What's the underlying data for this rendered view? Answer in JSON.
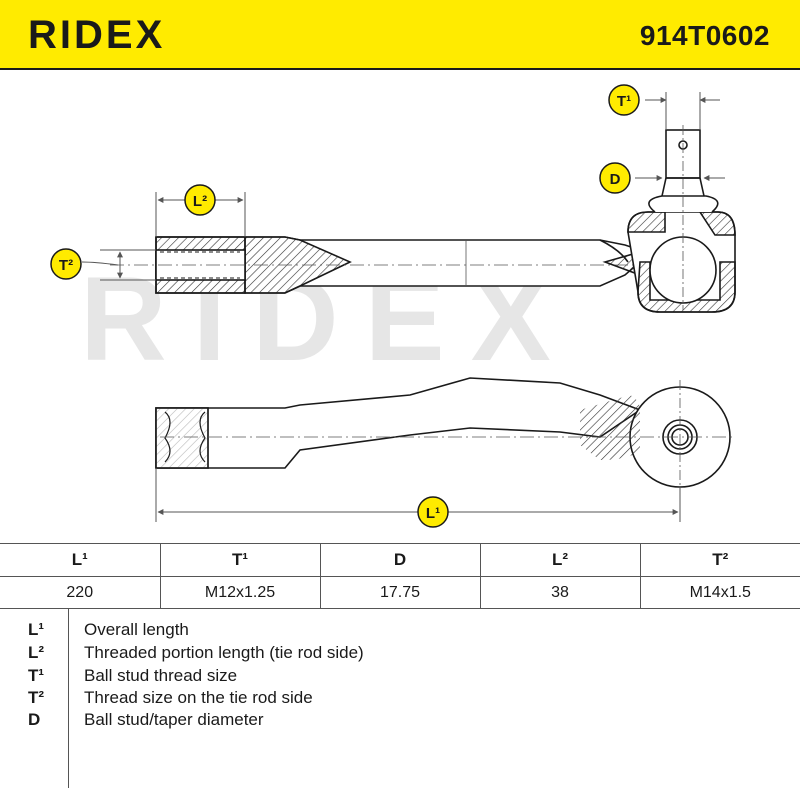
{
  "brand": "RIDEX",
  "part_number": "914T0602",
  "drawing": {
    "watermark": "RIDEX",
    "labels": {
      "t1": "T¹",
      "d": "D",
      "l2": "L²",
      "t2": "T²",
      "l1": "L¹"
    }
  },
  "table": {
    "headers": [
      "L¹",
      "T¹",
      "D",
      "L²",
      "T²"
    ],
    "values": [
      "220",
      "M12x1.25",
      "17.75",
      "38",
      "M14x1.5"
    ]
  },
  "legend": [
    {
      "symbol": "L¹",
      "text": "Overall length"
    },
    {
      "symbol": "L²",
      "text": "Threaded portion length (tie rod side)"
    },
    {
      "symbol": "T¹",
      "text": "Ball stud thread size"
    },
    {
      "symbol": "T²",
      "text": "Thread size on the tie rod side"
    },
    {
      "symbol": "D",
      "text": "Ball stud/taper diameter"
    }
  ]
}
